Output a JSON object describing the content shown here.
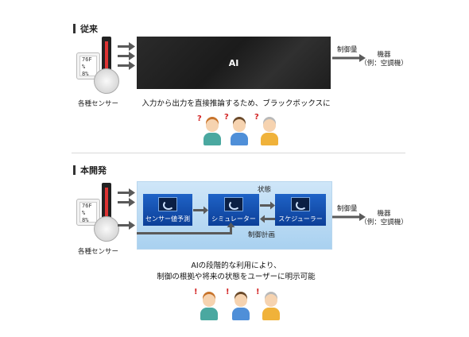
{
  "before": {
    "section_label": "従来",
    "sensors_label": "各種センサー",
    "black_box_label": "AI",
    "control_label": "制御量",
    "equipment_line1": "機器",
    "equipment_line2": "（例：空調機）",
    "caption": "入力から出力を直接推論するため、ブラックボックスに",
    "reaction_mark": "?"
  },
  "after": {
    "section_label": "本開発",
    "sensors_label": "各種センサー",
    "modules": [
      {
        "label": "センサー値予測"
      },
      {
        "label": "シミュレーター"
      },
      {
        "label": "スケジューラー"
      }
    ],
    "state_label": "状態",
    "plan_label": "制御計画",
    "control_label": "制御量",
    "equipment_line1": "機器",
    "equipment_line2": "（例：空調機）",
    "caption_line1": "AIの段階的な利用により、",
    "caption_line2": "制御の根拠や将来の状態をユーザーに明示可能",
    "reaction_mark": "!"
  },
  "device_display": [
    "76F",
    "%",
    "8%"
  ],
  "colors": {
    "accent_blue": "#1a56b8",
    "panel_blue": "#bcdcf4",
    "question_red": "#d32424",
    "black_box": "#232323"
  }
}
